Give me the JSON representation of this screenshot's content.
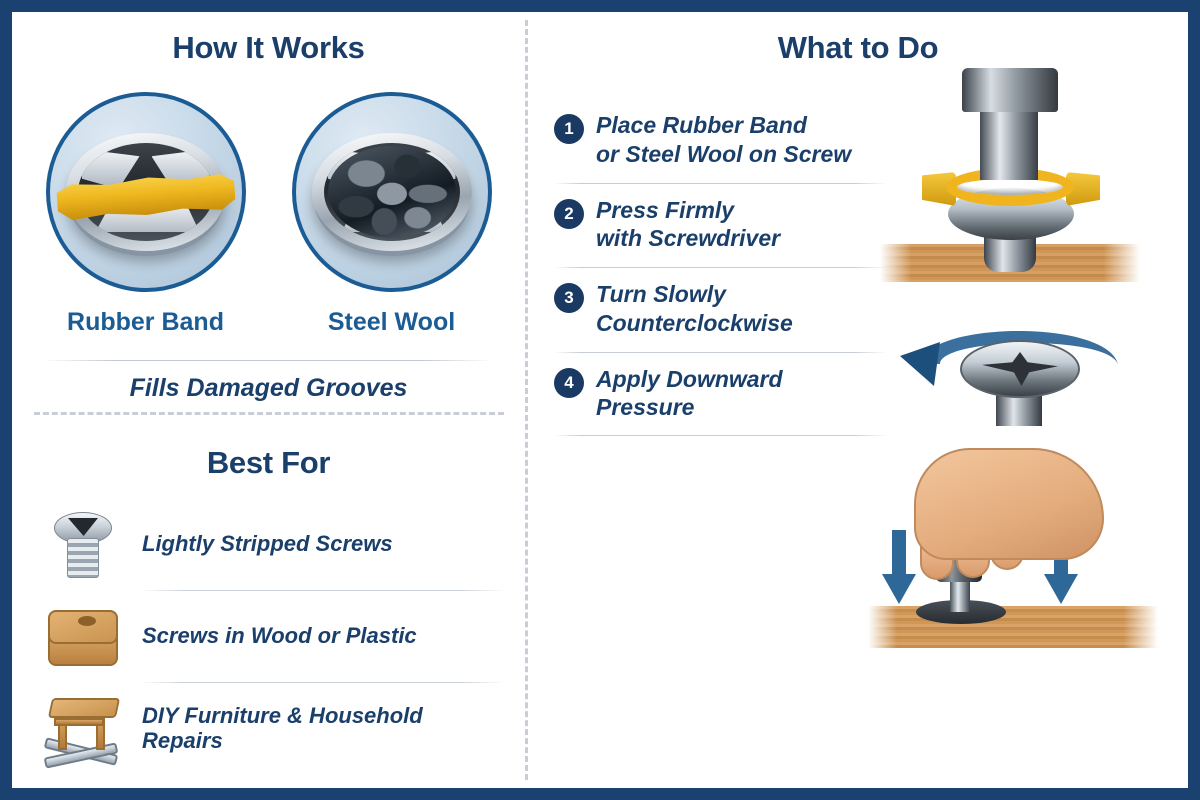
{
  "theme": {
    "frame_navy": "#1b4171",
    "heading_navy": "#1b3f6b",
    "label_blue": "#1b5c94",
    "badge_navy": "#1b3a63",
    "rubber_yellow": "#efb41e",
    "arrow_blue": "#2e6898",
    "wood_tan": "#c68d4d",
    "divider_gray": "#c9ced6"
  },
  "left_panel": {
    "how_it_works": {
      "title": "How It Works",
      "medallions": [
        {
          "label": "Rubber Band",
          "icon": "screw-head-with-rubber-band-icon"
        },
        {
          "label": "Steel Wool",
          "icon": "screw-head-with-steel-wool-icon"
        }
      ],
      "caption": "Fills Damaged Grooves"
    },
    "best_for": {
      "title": "Best For",
      "items": [
        {
          "icon": "stripped-screw-icon",
          "label": "Lightly Stripped Screws"
        },
        {
          "icon": "wood-block-icon",
          "label": "Screws in Wood or Plastic"
        },
        {
          "icon": "table-and-tools-icon",
          "label": "DIY Furniture & Household Repairs"
        }
      ]
    }
  },
  "right_panel": {
    "title": "What to Do",
    "steps": [
      {
        "number": "1",
        "line1": "Place Rubber Band",
        "line2": "or Steel Wool on Screw"
      },
      {
        "number": "2",
        "line1": "Press Firmly",
        "line2": "with Screwdriver"
      },
      {
        "number": "3",
        "line1": "Turn Slowly",
        "line2": "Counterclockwise"
      },
      {
        "number": "4",
        "line1": "Apply Downward",
        "line2": "Pressure"
      }
    ],
    "illustrations": [
      {
        "name": "screwdriver-with-rubber-band-on-screw-illustration"
      },
      {
        "name": "counterclockwise-rotation-arrow-illustration"
      },
      {
        "name": "hand-applying-downward-pressure-illustration"
      }
    ]
  }
}
